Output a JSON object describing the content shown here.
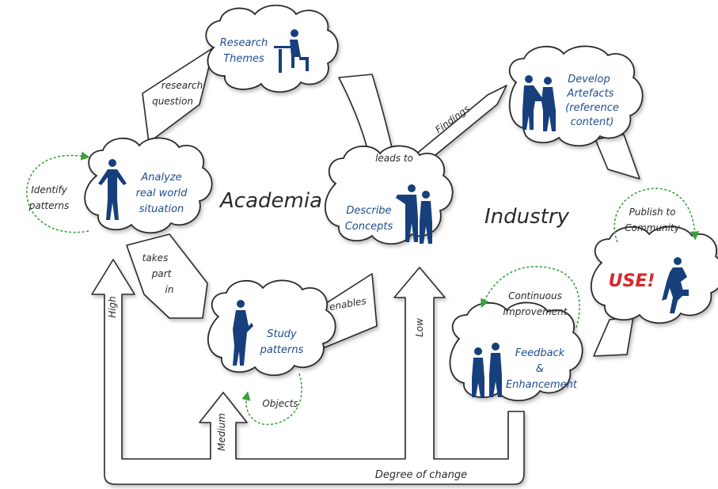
{
  "regions": {
    "academia": "Academia",
    "industry": "Industry"
  },
  "clouds": {
    "research_themes": [
      "Research",
      "Themes"
    ],
    "analyze": [
      "Analyze",
      "real world",
      "situation"
    ],
    "study_patterns": [
      "Study",
      "patterns"
    ],
    "describe_concepts": [
      "Describe",
      "Concepts"
    ],
    "develop_artefacts": [
      "Develop",
      "Artefacts",
      "(reference",
      "content)"
    ],
    "use": "USE!",
    "feedback": [
      "Feedback",
      "&",
      "Enhancement"
    ]
  },
  "connectors": {
    "research_question": [
      "research",
      "question"
    ],
    "takes_part_in": [
      "takes",
      "part",
      "in"
    ],
    "enables": "enables",
    "leads_to": "leads to",
    "findings": "Findings"
  },
  "loops": {
    "identify_patterns": [
      "Identify",
      "patterns"
    ],
    "objects": "Objects",
    "continuous_improvement": [
      "Continuous",
      "Improvement"
    ],
    "publish": [
      "Publish to",
      "Community"
    ]
  },
  "scale": {
    "high": "High",
    "medium": "Medium",
    "low": "Low",
    "degree_of_change": "Degree of change"
  },
  "colors": {
    "label_blue": "#1f4d8f",
    "use_red": "#d8262c",
    "loop_green": "#3aa13a",
    "outline": "#2a2a2a"
  },
  "icons": [
    "person-at-desk-icon",
    "presenter-icon",
    "handshake-icon",
    "pointing-person-icon",
    "reader-icon",
    "discussion-icon",
    "climbing-person-icon"
  ]
}
